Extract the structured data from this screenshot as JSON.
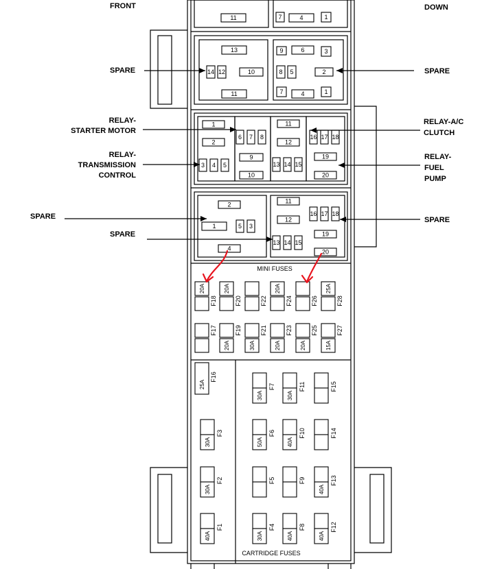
{
  "labels": {
    "front": "FRONT",
    "down": "DOWN",
    "spare_left_1": "SPARE",
    "spare_right_1": "SPARE",
    "relay_starter_1": "RELAY-",
    "relay_starter_2": "STARTER MOTOR",
    "relay_ac_1": "RELAY-A/C",
    "relay_ac_2": "CLUTCH",
    "relay_trans_1": "RELAY-",
    "relay_trans_2": "TRANSMISSION",
    "relay_trans_3": "CONTROL",
    "relay_fuel_1": "RELAY-",
    "relay_fuel_2": "FUEL",
    "relay_fuel_3": "PUMP",
    "spare_left_2": "SPARE",
    "spare_left_3": "SPARE",
    "spare_right_2": "SPARE"
  },
  "section_titles": {
    "mini_fuses": "MINI FUSES",
    "cartridge_fuses": "CARTRIDGE FUSES"
  },
  "relay_numbers": {
    "top": [
      "11",
      "7",
      "4",
      "1"
    ],
    "spare": [
      "13",
      "14",
      "12",
      "10",
      "11",
      "9",
      "6",
      "3",
      "8",
      "5",
      "2",
      "7",
      "4",
      "1"
    ],
    "mid_left": [
      "1",
      "2",
      "3",
      "4",
      "5",
      "6",
      "7",
      "8",
      "9",
      "10"
    ],
    "mid_right": [
      "11",
      "12",
      "13",
      "14",
      "15",
      "16",
      "17",
      "18",
      "19",
      "20"
    ],
    "bottom_left": [
      "2",
      "1",
      "5",
      "3",
      "4"
    ],
    "bottom_right": [
      "11",
      "12",
      "13",
      "14",
      "15",
      "16",
      "17",
      "18",
      "19",
      "20"
    ]
  },
  "mini_fuses_top": [
    {
      "id": "F18",
      "rating": "20A"
    },
    {
      "id": "F20",
      "rating": "20A"
    },
    {
      "id": "F22",
      "rating": ""
    },
    {
      "id": "F24",
      "rating": "20A"
    },
    {
      "id": "F26",
      "rating": ""
    },
    {
      "id": "F28",
      "rating": "25A"
    }
  ],
  "mini_fuses_bottom": [
    {
      "id": "F17",
      "rating": ""
    },
    {
      "id": "F19",
      "rating": "20A"
    },
    {
      "id": "F21",
      "rating": "30A"
    },
    {
      "id": "F23",
      "rating": "20A"
    },
    {
      "id": "F25",
      "rating": "20A"
    },
    {
      "id": "F27",
      "rating": "15A"
    }
  ],
  "fuse_f16": {
    "id": "F16",
    "rating": "25A"
  },
  "cartridge_left": [
    {
      "id": "F3",
      "rating": "30A"
    },
    {
      "id": "F2",
      "rating": "30A"
    },
    {
      "id": "F1",
      "rating": "40A"
    }
  ],
  "cartridge_grid": [
    [
      {
        "id": "F7",
        "rating": "30A"
      },
      {
        "id": "F11",
        "rating": "30A"
      },
      {
        "id": "F15",
        "rating": ""
      }
    ],
    [
      {
        "id": "F6",
        "rating": "50A"
      },
      {
        "id": "F10",
        "rating": "40A"
      },
      {
        "id": "F14",
        "rating": ""
      }
    ],
    [
      {
        "id": "F5",
        "rating": ""
      },
      {
        "id": "F9",
        "rating": ""
      },
      {
        "id": "F13",
        "rating": "40A"
      }
    ],
    [
      {
        "id": "F4",
        "rating": "30A"
      },
      {
        "id": "F8",
        "rating": "40A"
      },
      {
        "id": "F12",
        "rating": "40A"
      }
    ]
  ],
  "colors": {
    "line": "#000000",
    "annotation": "#e8141e"
  }
}
